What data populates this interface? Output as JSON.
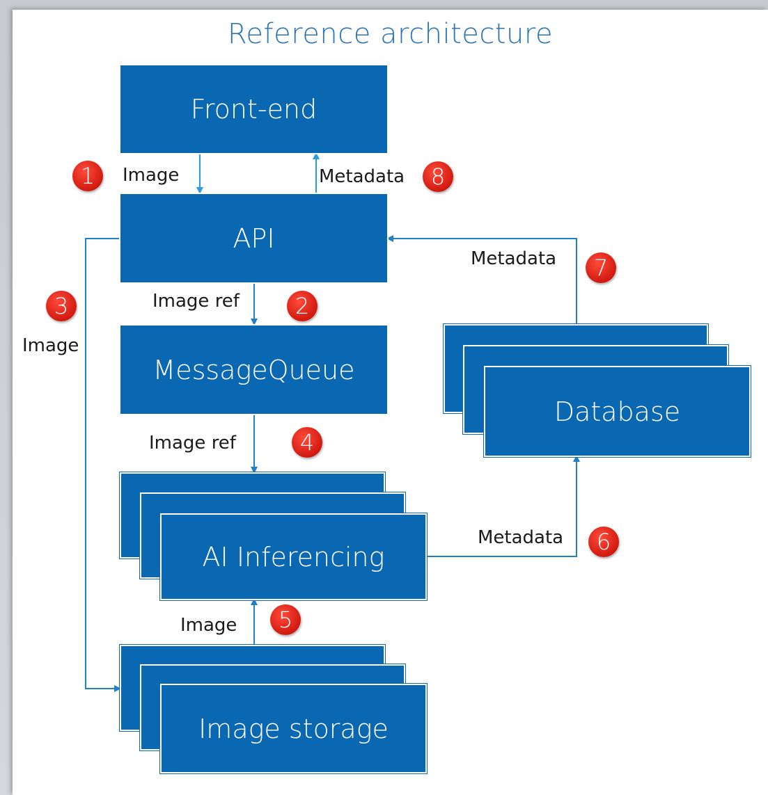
{
  "title": "Reference architecture",
  "nodes": {
    "frontend": "Front-end",
    "api": "API",
    "queue": "MessageQueue",
    "database": "Database",
    "inferencing": "AI Inferencing",
    "storage": "Image storage"
  },
  "edges": {
    "e1_label": "Image",
    "e2_label": "Image ref",
    "e3_label": "Image",
    "e4_label": "Image ref",
    "e5_label": "Image",
    "e6_label": "Metadata",
    "e7_label": "Metadata",
    "e8_label": "Metadata"
  },
  "steps": [
    "1",
    "2",
    "3",
    "4",
    "5",
    "6",
    "7",
    "8"
  ],
  "colors": {
    "box": "#0a67b1",
    "arrow": "#1f7fc9",
    "title": "#2b74b8",
    "badge": "#d21a10"
  }
}
